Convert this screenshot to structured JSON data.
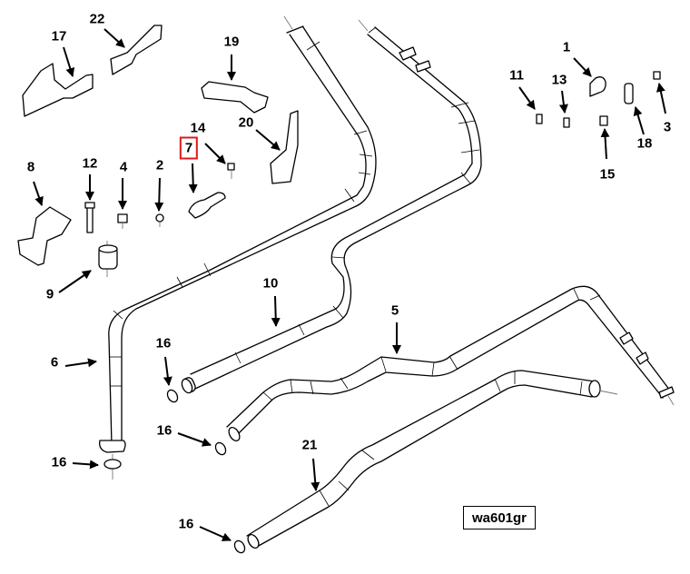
{
  "diagram": {
    "type": "exploded-parts-diagram",
    "subject": "tube and bracket assembly",
    "reference_code": "wa601gr",
    "highlight_color": "#e0191b",
    "highlighted_callout": "7",
    "callouts": [
      {
        "id": "c1",
        "label": "1",
        "part": "clip"
      },
      {
        "id": "c2",
        "label": "2",
        "part": "nut"
      },
      {
        "id": "c3",
        "label": "3",
        "part": "bolt"
      },
      {
        "id": "c4",
        "label": "4",
        "part": "bolt"
      },
      {
        "id": "c5",
        "label": "5",
        "part": "tube"
      },
      {
        "id": "c6",
        "label": "6",
        "part": "tube"
      },
      {
        "id": "c7",
        "label": "7",
        "part": "clamp"
      },
      {
        "id": "c8",
        "label": "8",
        "part": "bracket"
      },
      {
        "id": "c9",
        "label": "9",
        "part": "spacer"
      },
      {
        "id": "c10",
        "label": "10",
        "part": "tube"
      },
      {
        "id": "c11",
        "label": "11",
        "part": "bolt"
      },
      {
        "id": "c12",
        "label": "12",
        "part": "bolt"
      },
      {
        "id": "c13",
        "label": "13",
        "part": "bolt"
      },
      {
        "id": "c14",
        "label": "14",
        "part": "bolt"
      },
      {
        "id": "c15",
        "label": "15",
        "part": "bolt"
      },
      {
        "id": "c16a",
        "label": "16",
        "part": "o-ring"
      },
      {
        "id": "c16b",
        "label": "16",
        "part": "o-ring"
      },
      {
        "id": "c16c",
        "label": "16",
        "part": "o-ring"
      },
      {
        "id": "c16d",
        "label": "16",
        "part": "o-ring"
      },
      {
        "id": "c17",
        "label": "17",
        "part": "bracket"
      },
      {
        "id": "c18",
        "label": "18",
        "part": "spacer"
      },
      {
        "id": "c19",
        "label": "19",
        "part": "bracket"
      },
      {
        "id": "c20",
        "label": "20",
        "part": "bracket"
      },
      {
        "id": "c21",
        "label": "21",
        "part": "tube"
      },
      {
        "id": "c22",
        "label": "22",
        "part": "bracket"
      }
    ]
  }
}
